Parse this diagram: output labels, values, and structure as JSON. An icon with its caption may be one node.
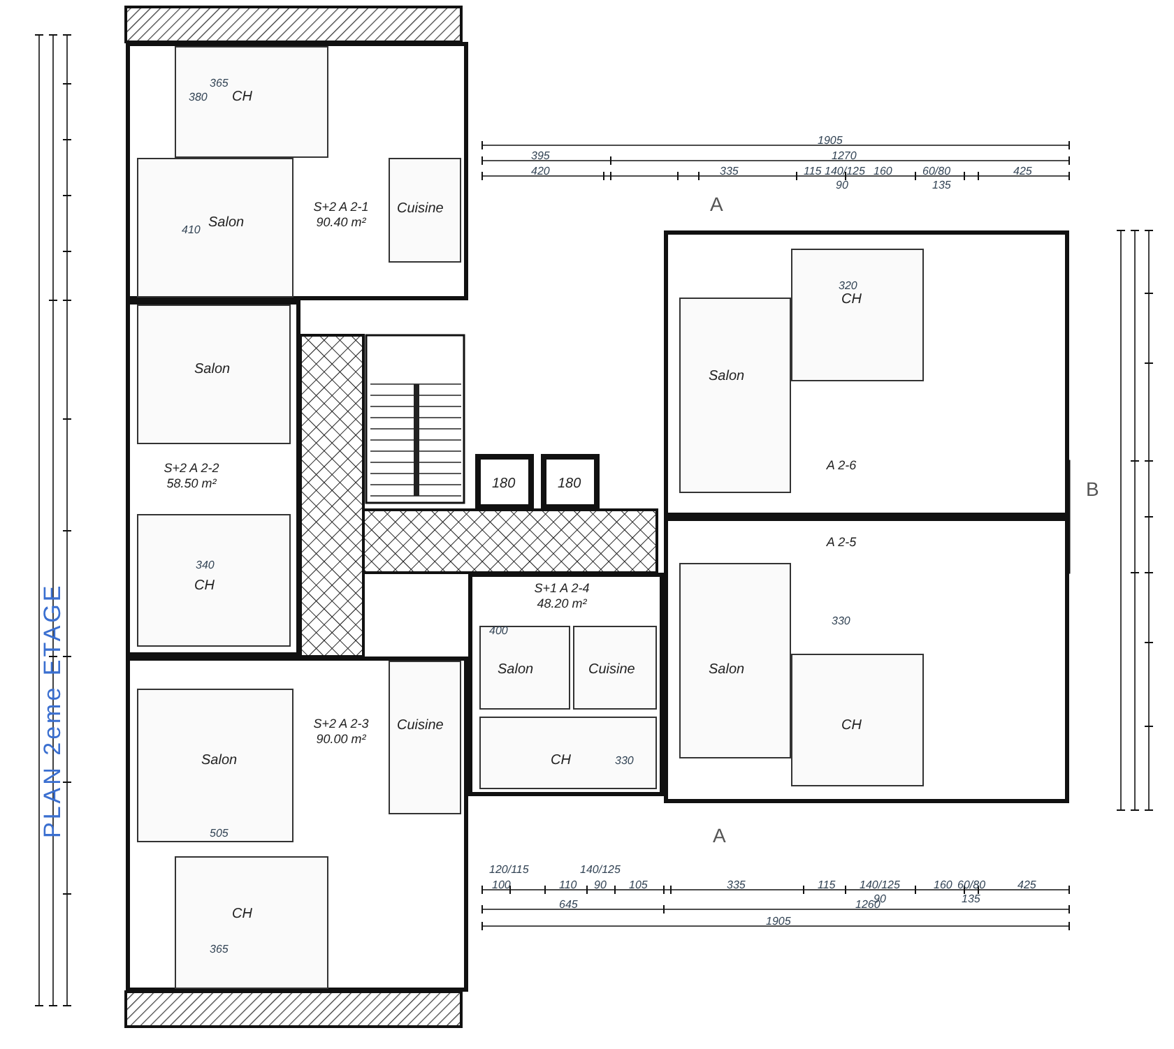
{
  "diagram": {
    "title": "PLAN 2eme ETAGE",
    "nodes": [
      {
        "text": [
          "S+2 A 2-1 90.40 m²"
        ]
      },
      {
        "text": [
          "CH"
        ],
        "in": 0
      },
      {
        "text": [
          "Salon"
        ],
        "in": 0
      },
      {
        "text": [
          "Cuisine"
        ],
        "in": 0
      },
      {
        "text": [
          "S+2 A 2-2 58.50 m²"
        ]
      },
      {
        "text": [
          "Salon"
        ],
        "in": 4
      },
      {
        "text": [
          "CH"
        ],
        "in": 4
      },
      {
        "text": [
          "S+2 A 2-3 90.00 m²"
        ]
      },
      {
        "text": [
          "Salon"
        ],
        "in": 7
      },
      {
        "text": [
          "Cuisine"
        ],
        "in": 7
      },
      {
        "text": [
          "CH"
        ],
        "in": 7
      },
      {
        "text": [
          "180"
        ]
      },
      {
        "text": [
          "180"
        ]
      },
      {
        "text": [
          "S+1 A 2-4 48.20 m²"
        ]
      },
      {
        "text": [
          "Salon"
        ],
        "in": 13
      },
      {
        "text": [
          "Cuisine"
        ],
        "in": 13
      },
      {
        "text": [
          "CH"
        ],
        "in": 13
      },
      {
        "text": [
          "A 2-6"
        ]
      },
      {
        "text": [
          "Salon"
        ],
        "in": 17
      },
      {
        "text": [
          "CH"
        ],
        "in": 17
      },
      {
        "text": [
          "A 2-5"
        ]
      },
      {
        "text": [
          "Salon"
        ],
        "in": 20
      },
      {
        "text": [
          "CH"
        ],
        "in": 20
      }
    ],
    "labels": [
      "1905",
      "395",
      "1270",
      "420",
      "335",
      "115",
      "140/125",
      "160",
      "60/80",
      "425",
      "90",
      "135",
      "A",
      "365",
      "380",
      "410",
      "340",
      "320",
      "330",
      "400",
      "330",
      "B",
      "505",
      "365",
      "A",
      "120/115",
      "140/125",
      "100",
      "110",
      "90",
      "105",
      "335",
      "115",
      "140/125",
      "160",
      "60/80",
      "425",
      "90",
      "135",
      "645",
      "1260",
      "1905"
    ]
  }
}
